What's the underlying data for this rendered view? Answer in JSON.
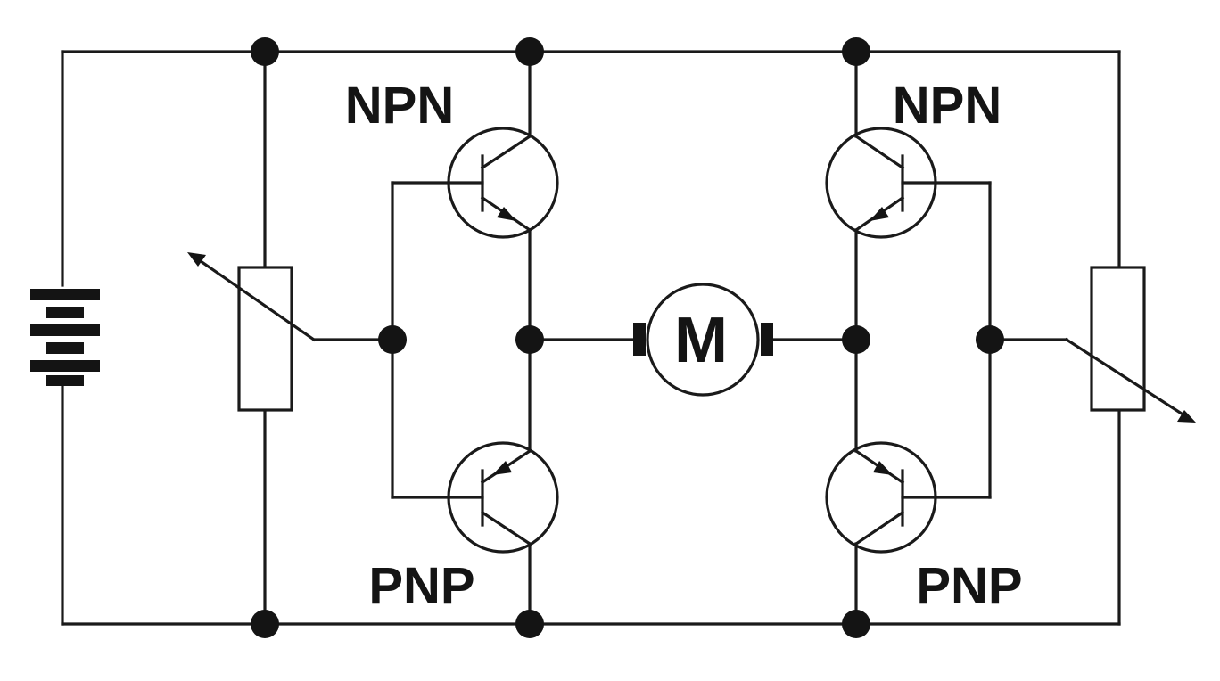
{
  "colors": {
    "ink": "#141414",
    "background": "#ffffff"
  },
  "labels": {
    "q1": "NPN",
    "q2": "PNP",
    "q3": "NPN",
    "q4": "PNP",
    "motor": "M"
  },
  "components": {
    "battery": "battery-icon",
    "pot_left": "potentiometer-icon",
    "pot_right": "potentiometer-icon",
    "motor": "motor-icon",
    "q1": "npn-transistor-icon",
    "q2": "pnp-transistor-icon",
    "q3": "npn-transistor-icon",
    "q4": "pnp-transistor-icon"
  }
}
